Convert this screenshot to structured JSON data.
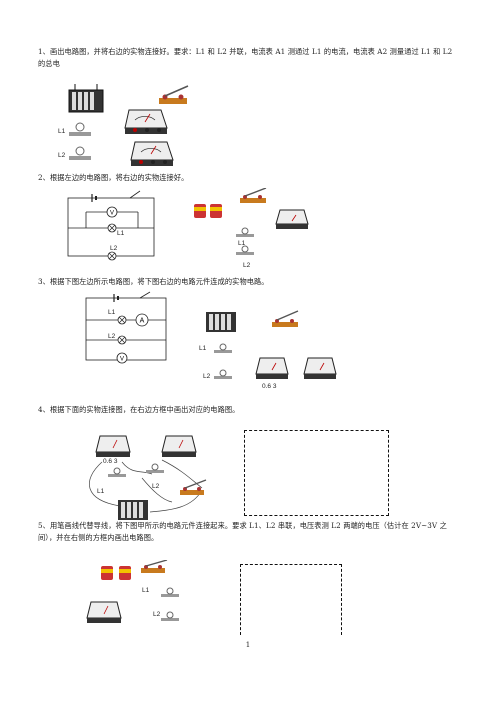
{
  "questions": [
    {
      "text": "1、画出电路图，并将右边的实物连接好。要求：L1 和 L2 并联，电流表 A1 测通过 L1 的电流，电流表 A2 测量通过 L1 和 L2 的总电"
    },
    {
      "text": "2、根据左边的电路图，将右边的实物连接好。"
    },
    {
      "text": "3、根据下图左边所示电路图，将下图右边的电路元件连成的实物电路。"
    },
    {
      "text": "4、根据下面的实物连接图，在右边方框中画出对应的电路图。"
    },
    {
      "text": "5、用笔画线代替导线，将下图甲所示的电路元件连接起来。要求 L1、L2 串联，电压表测 L2 两端的电压（估计在 2V~3V 之间），并在右侧的方框内画出电路图。"
    }
  ],
  "labels": {
    "L1": "L1",
    "L2": "L2",
    "V": "V",
    "A": "A",
    "scale": "0.6 3"
  },
  "page_number": "1",
  "icons": [
    "battery-box-icon",
    "switch-icon",
    "bulb-icon",
    "ammeter-icon",
    "voltmeter-icon",
    "dry-cell-icon"
  ]
}
